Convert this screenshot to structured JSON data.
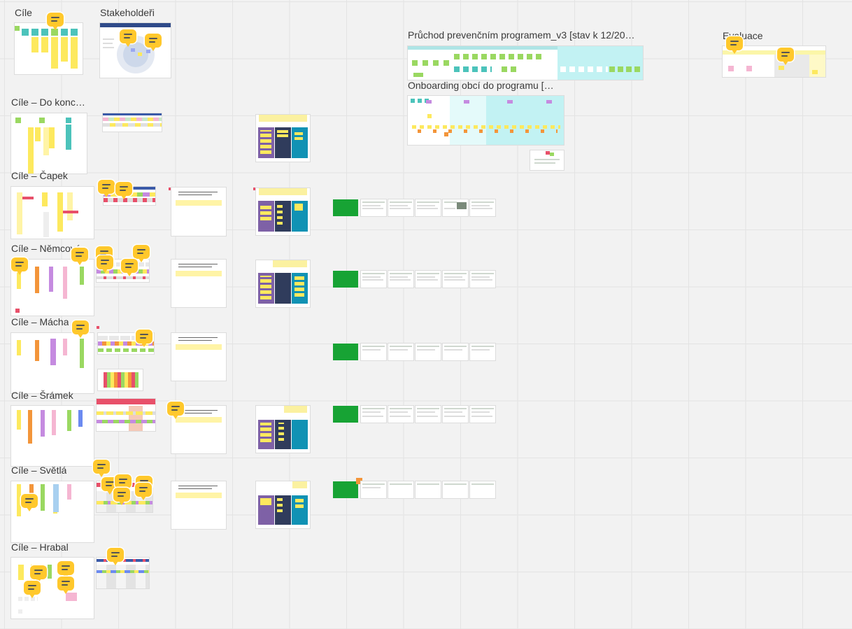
{
  "board": {
    "titles": {
      "cile": "Cíle",
      "stakeholderi": "Stakeholdeři",
      "pruchod": "Průchod prevenčním programem_v3 [stav k 12/20…",
      "onboarding": "Onboarding obcí do programu […",
      "evaluace": "Evaluace",
      "do_konce": "Cíle – Do konc…",
      "capek": "Cíle – Čapek",
      "nemcova": "Cíle – Němcová",
      "macha": "Cíle – Mácha",
      "sramek": "Cíle – Šrámek",
      "svetla": "Cíle – Světlá",
      "hrabal": "Cíle – Hrabal"
    },
    "colors": {
      "sticky_yellow": "#fde95e",
      "sticky_teal": "#4cc3bb",
      "sticky_green": "#9ad861",
      "sticky_orange": "#f3953a",
      "sticky_purple": "#c58be0",
      "sticky_pink": "#f5b6d2",
      "sticky_red": "#e8506a",
      "comment": "#ffc82c",
      "retro_purple": "#7e61a6",
      "retro_navy": "#303c5c",
      "retro_teal": "#1192b4",
      "card_green": "#17a334",
      "highlight_cyan": "#c2f2f3"
    },
    "icons": [
      "comment-icon"
    ]
  }
}
